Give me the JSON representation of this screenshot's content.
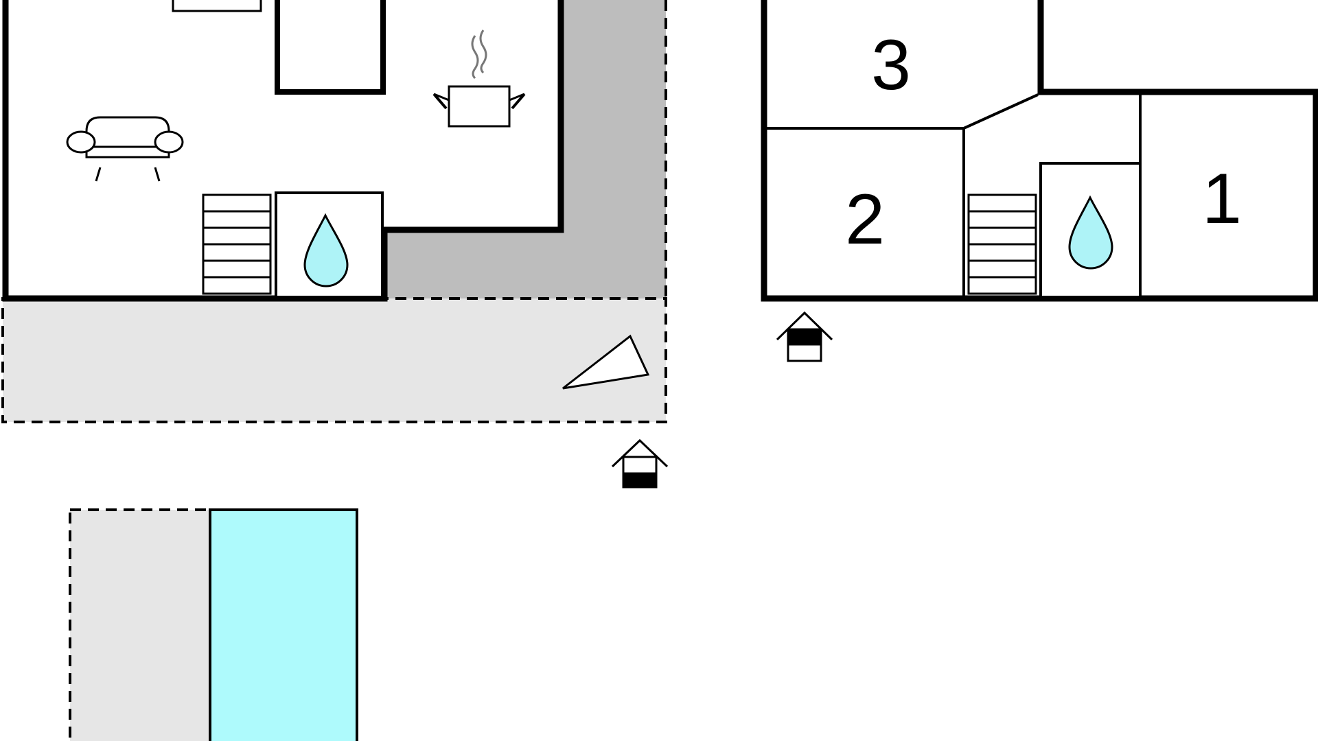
{
  "colors": {
    "wall": "#000000",
    "floor": "#ffffff",
    "covered_terrace": "#bdbdbd",
    "open_terrace": "#e6e6e6",
    "pool_water": "#aefafc",
    "water_drop": "#aef3f7"
  },
  "rooms": [
    {
      "label": "3"
    },
    {
      "label": "2"
    },
    {
      "label": "1"
    }
  ],
  "icons": [
    "sofa-icon",
    "cooking-pot-icon",
    "stairs-icon",
    "bathroom-water-drop-icon",
    "entrance-house-icon",
    "sun-lounger-icon"
  ]
}
